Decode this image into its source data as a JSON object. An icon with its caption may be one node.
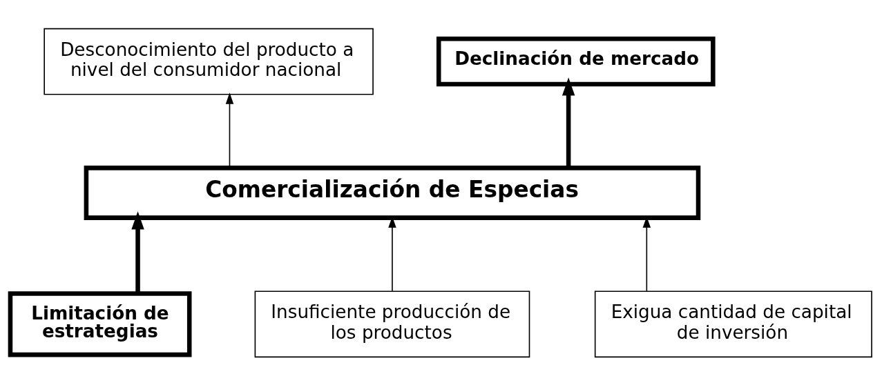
{
  "diagram": {
    "nodes": [
      {
        "text": [
          "Desconocimiento del producto a nivel del consumidor nacional"
        ]
      },
      {
        "text": [
          "Declinación de mercado"
        ]
      },
      {
        "text": [
          "Comercialización de Especias"
        ]
      },
      {
        "text": [
          "Limitación de estrategias"
        ]
      },
      {
        "text": [
          "Insuficiente producción de los productos"
        ]
      },
      {
        "text": [
          "Exigua cantidad de capital de inversión"
        ]
      }
    ],
    "edges": [
      {
        "from": 2,
        "to": 0,
        "arrow": "to"
      },
      {
        "from": 2,
        "to": 1,
        "arrow": "to",
        "style": "thick"
      },
      {
        "from": 3,
        "to": 2,
        "arrow": "to",
        "style": "thick"
      },
      {
        "from": 4,
        "to": 2,
        "arrow": "to"
      },
      {
        "from": 5,
        "to": 2,
        "arrow": "to"
      }
    ]
  }
}
